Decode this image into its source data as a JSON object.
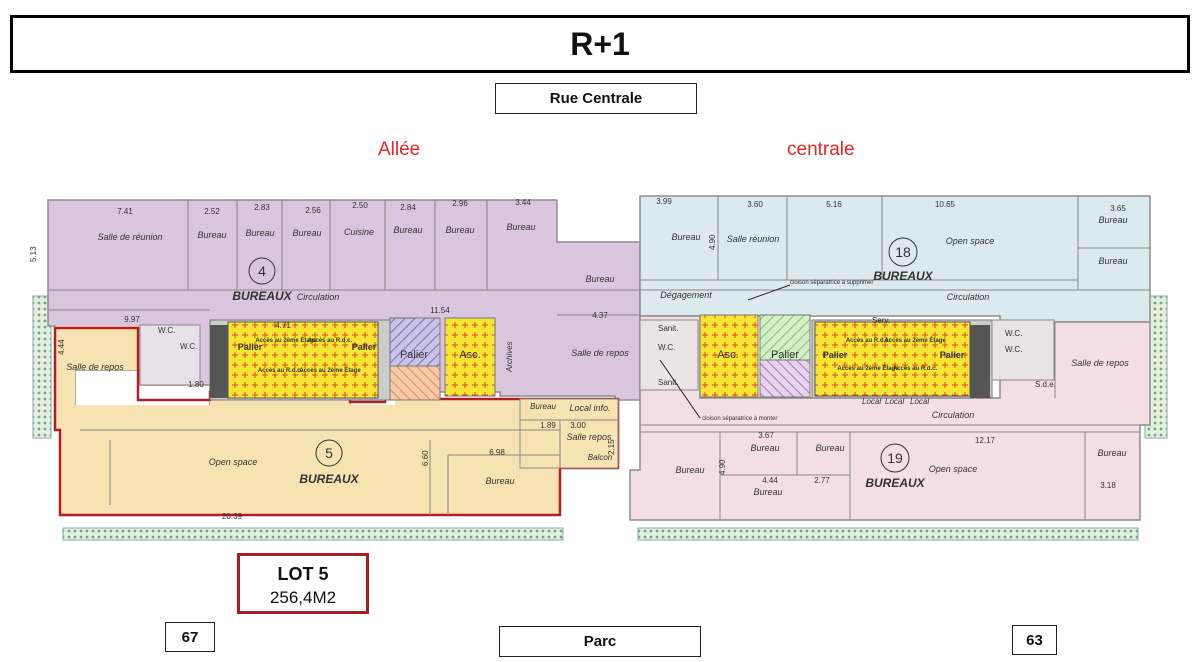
{
  "header": {
    "title": "R+1"
  },
  "streets": {
    "top": "Rue Centrale",
    "bottom": "Parc"
  },
  "alley": {
    "left_word": "Allée",
    "right_word": "centrale"
  },
  "building_numbers": {
    "left": "67",
    "right": "63"
  },
  "lot": {
    "name": "LOT 5",
    "area": "256,4M2"
  },
  "colors": {
    "lot4": "#d9c5dd",
    "lot5": "#f7e2b1",
    "lot18": "#dbeaee",
    "lot19": "#f3dfe3",
    "highlight": "#b01f24",
    "stair": "#f7e533",
    "alley_text": "#e32626",
    "terrace": "#c7dcc4"
  },
  "plan": {
    "units": [
      {
        "number": "4",
        "label": "BUREAUX"
      },
      {
        "number": "5",
        "label": "BUREAUX"
      },
      {
        "number": "18",
        "label": "BUREAUX"
      },
      {
        "number": "19",
        "label": "BUREAUX"
      }
    ],
    "rooms_left_top": [
      {
        "name": "Salle de réunion",
        "dim": "7.41"
      },
      {
        "name": "Bureau",
        "dim": "2.52"
      },
      {
        "name": "Bureau",
        "dim": "2.83"
      },
      {
        "name": "Bureau",
        "dim": "2.56"
      },
      {
        "name": "Cuisine",
        "dim": "2.50"
      },
      {
        "name": "Bureau",
        "dim": "2.84"
      },
      {
        "name": "Bureau",
        "dim": "2.96"
      },
      {
        "name": "Bureau",
        "dim": "3.44"
      }
    ],
    "rooms_left_mid": {
      "bureau": "Bureau",
      "circulation": "Circulation",
      "salle_repos": "Salle de repos",
      "archives": "Archives",
      "wc1": "W.C.",
      "wc2": "W.C.",
      "salle_repos_small": "Salle de repos",
      "dim_circ": "11.54",
      "dim_a": "4.71",
      "dim_b": "9.97",
      "dim_c": "4.37",
      "dim_d": "1.80",
      "dim_e": "4.44",
      "dim_f": "5.13"
    },
    "core": {
      "palier": "Palier",
      "asc": "Asc.",
      "acces_2": "Accès au 2ème Étage",
      "acces_rdc": "Accès au R.d.c."
    },
    "rooms_lot5": {
      "open_space": "Open space",
      "bureau": "Bureau",
      "bureau_small": "Bureau",
      "local_info": "Local info.",
      "salle_repos": "Salle repos",
      "balcon": "Balcon",
      "dim_w": "20.39",
      "dim_h": "6.60",
      "dim_b": "6.98",
      "dim_li1": "1.89",
      "dim_li2": "3.00",
      "dim_li3": "2.15"
    },
    "rooms_right_top": {
      "bureau1": "Bureau",
      "salle_reunion": "Salle réunion",
      "open_space": "Open space",
      "bureau_r1": "Bureau",
      "bureau_r2": "Bureau",
      "degagement": "Dégagement",
      "circulation": "Circulation",
      "note_supprimer": "cloison séparatrice à supprimer",
      "dim1": "3.99",
      "dim2": "3.60",
      "dim3": "5.16",
      "dim4": "10.65",
      "dim5": "3.65",
      "dim6": "4.90"
    },
    "rooms_right_mid": {
      "sanit1": "Sanit.",
      "sanit2": "Sanit.",
      "wc1": "W.C.",
      "wc2": "W.C.",
      "wc3": "W.C.",
      "serv": "Serv.",
      "local1": "Local",
      "local2": "Local",
      "local3": "Local",
      "sdes": "S.d.e.",
      "salle_repos": "Salle de repos",
      "note_monter": "cloison séparatrice à monter"
    },
    "rooms_right_bottom": {
      "bureau1": "Bureau",
      "bureau2": "Bureau",
      "bureau3": "Bureau",
      "bureau4": "Bureau",
      "bureau5": "Bureau",
      "open_space": "Open space",
      "circulation": "Circulation",
      "dim1": "3.67",
      "dim2": "4.44",
      "dim3": "2.77",
      "dim4": "12.17",
      "dim5": "3.18",
      "dim6": "4.90"
    }
  }
}
